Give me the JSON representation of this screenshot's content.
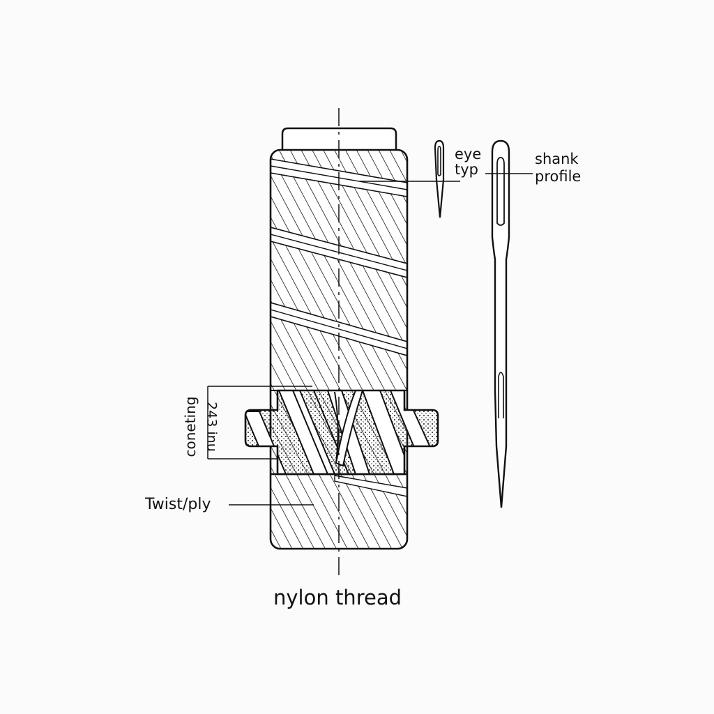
{
  "diagram": {
    "title": "nylon thread",
    "labels": {
      "eye_line1": "eye",
      "eye_line2": "typ",
      "shank_line1": "shank",
      "shank_line2": "profile",
      "coating": "coneting",
      "dimension": "243 inu",
      "twist": "Twist/ply"
    },
    "components": [
      "thread spool with cap",
      "hatched thread windings",
      "stippled cross-section coating band",
      "small needle (eye typ)",
      "large needle (shank profile)",
      "center axis dashed line"
    ],
    "colors": {
      "ink": "#111111",
      "background": "#fbfbfb"
    }
  }
}
